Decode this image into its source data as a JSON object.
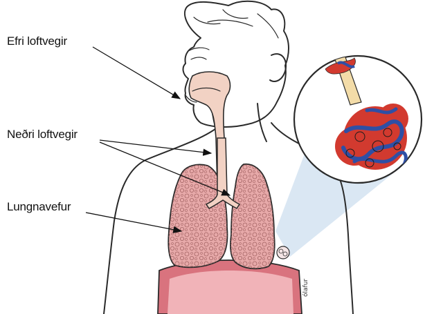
{
  "labels": {
    "upper_airways": "Efri loftvegir",
    "lower_airways": "Neðri loftvegir",
    "lung_tissue": "Lungnavefur"
  },
  "artist_signature": "ólafur",
  "colors": {
    "skin_outline": "#2a2a2a",
    "airway_tissue": "#f2d2c4",
    "lung_fill": "#e7a9a9",
    "lung_dark": "#b06a6a",
    "diaphragm": "#d9737e",
    "blood_red": "#d23a2f",
    "blood_blue": "#2f4fa5",
    "zoom_cone": "#d3e3f1",
    "bronchiole": "#f3dca8"
  }
}
